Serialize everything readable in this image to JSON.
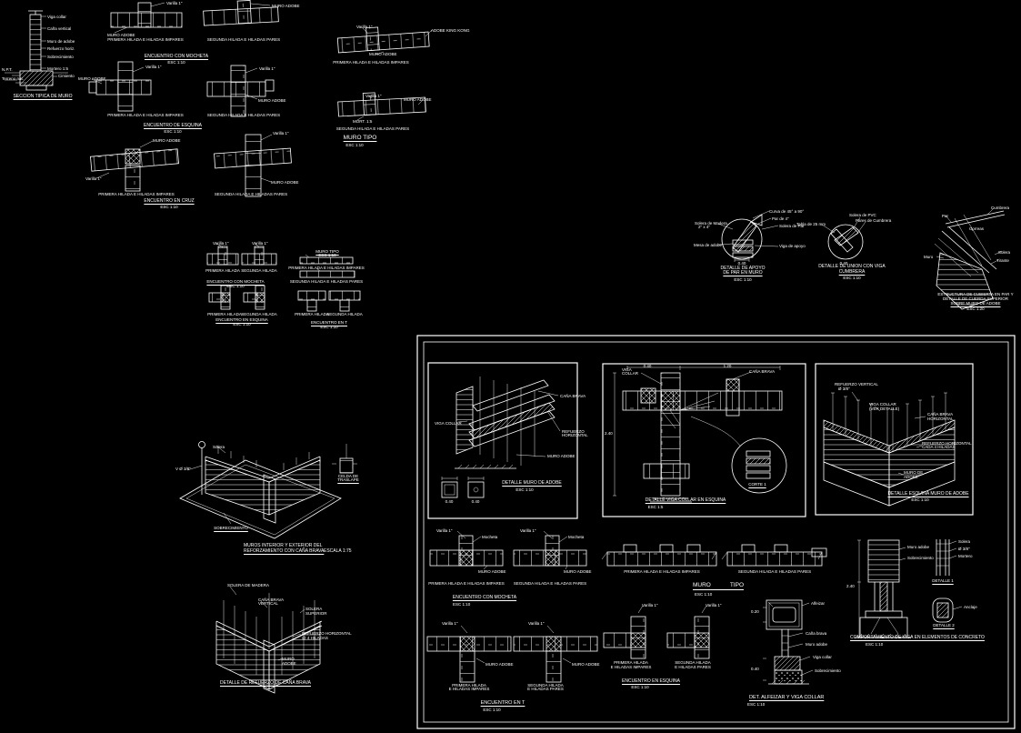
{
  "colors": {
    "background": "#000000",
    "ink": "#ffffff"
  },
  "common": {
    "varilla": "Varilla 1\"",
    "muro": "MURO ADOBE",
    "mort": "MORT. 1:5",
    "esc10": "ESC 1:10",
    "t_impar": "PRIMERA HILADA E HILADAS IMPARES",
    "t_par": "SEGUNDA HILADA E HILADAS PARES",
    "t_impar_s": "PRIMERA HILADA",
    "t_par_s": "SEGUNDA HILADA",
    "t_impar2": "E HILADAS IMPARES",
    "t_par2": "E HILADAS PARES"
  },
  "seccion": {
    "title": "SECCION TIPICA DE MURO",
    "r": [
      "Viga collar",
      "Caña vertical",
      "Muro de adobe",
      "Refuerzo horiz.",
      "Sobrecimiento",
      "Mortero 1:5"
    ],
    "cimiento": "Cimiento",
    "npt": "N.P.T.",
    "terreno": "Terreno nat."
  },
  "mocheta_top": {
    "title": "ENCUENTRO CON MOCHETA"
  },
  "esquina_top": {
    "title": "ENCUENTRO DE ESQUINA"
  },
  "cruz_top": {
    "title": "ENCUENTRO EN CRUZ"
  },
  "muro_tipo_top": {
    "title": "MURO TIPO",
    "adobe": "ADOBE KING KONG"
  },
  "cluster": {
    "g1": {
      "title": "ENCUENTRO CON MOCHETA"
    },
    "g2": {
      "title": "MURO TIPO"
    },
    "g3": {
      "title": "ENCUENTRO EN ESQUINA"
    },
    "g4": {
      "title": "ENCUENTRO EN T"
    }
  },
  "apoyo": {
    "title1": "DETALLE DE APOYO",
    "title2": "DE PAR EN MURO",
    "dim": "0.40",
    "curva": "Curva de 45° a 90°",
    "par": "Par de 4\"",
    "solera_par": "Solera de Par",
    "viga": "Viga de apoyo",
    "mesa": "Mesa de adobe",
    "solera1": "Solera de Madera",
    "solera2": "2\" x 4\""
  },
  "union": {
    "title1": "DETALLE DE UNION CON VIGA",
    "title2": "CUMBRERA",
    "dim": "0.40",
    "tabla": "Tabla de 25 mm",
    "solera": "Solera de PVC",
    "pares": "Pares de Cumbrera"
  },
  "cubierta": {
    "title1": "ESTRUCTURA DE CUBIERTA EN PAR Y",
    "title2": "DETALLE DE CUERDA SUPERIOR",
    "title3": "SOBRE MURO DE ADOBE",
    "esc": "ESC 1:20",
    "cumbrera": "Cumbrera",
    "par": "Par",
    "correas": "Correas",
    "solera": "Solera",
    "tirante": "Tirante",
    "muro": "Muro"
  },
  "iso_muros": {
    "title1": "MUROS INTERIOR Y EXTERIOR DEL",
    "title2": "REFORZAMIENTO CON CAÑA BRAVA",
    "escala": "ESCALA 1:75",
    "sobre": "SOBRECIMIENTO",
    "celda1": "CELDA DE",
    "celda2": "TRASLAPE",
    "v": "V Ø 3/8\"",
    "solera": "Solera"
  },
  "iso_cana": {
    "title": "DETALLE DE REFUERZO DE CAÑA BRAVA",
    "solera": "SOLERA DE MADERA",
    "cana1": "CAÑA BRAVA",
    "cana2": "VERTICAL",
    "ss1": "SOLERA",
    "ss2": "SUPERIOR",
    "rf1": "REFUERZO HORIZONTAL",
    "rf2": "@ 4 HILADAS",
    "mu1": "MURO",
    "mu2": "ADOBE"
  },
  "panel": {
    "box1": {
      "title": "DETALLE MURO DE ADOBE",
      "cana": "CAÑA BRAVA",
      "ref1": "REFUERZO",
      "ref2": "HORIZONTAL",
      "viga": "VIGA COLLAR",
      "dim": "0.40"
    },
    "box2": {
      "title": "DETALLE VIGA COLLAR EN ESQUINA",
      "esc": "ESC 1:5",
      "caption": "CORTE 1",
      "viga1": "VIGA",
      "viga2": "COLLAR",
      "cana": "CAÑA BRAVA",
      "dim_top": "1.20",
      "dim_s": "0.40",
      "dim_left": "2.40"
    },
    "box3": {
      "title": "DETALLE ESQUINA MURO DE ADOBE",
      "l1a": "REFUERZO VERTICAL",
      "l1b": "Ø 3/8\"",
      "l2a": "VIGA COLLAR",
      "l2b": "(VER DETALLE)",
      "l3a": "CAÑA BRAVA",
      "l3b": "HORIZONTAL",
      "l4a": "REFUERZO HORIZONTAL",
      "l4b": "CADA 4 HILADAS",
      "l5a": "MURO DE",
      "l5b": "ADOBE"
    },
    "mocheta": {
      "title": "ENCUENTRO CON MOCHETA",
      "lbl": "Mocheta"
    },
    "muro_tipo": {
      "w1": "MURO",
      "w2": "TIPO"
    },
    "concreto": {
      "title": "COMPORTAMIENTO DE VIGA EN ELEMENTOS DE CONCRETO",
      "cap1": "DETALLE 1",
      "cap2": "DETALLE 2",
      "dim": "2.40",
      "muro": "Muro adobe",
      "sobre": "Sobrecimiento",
      "l1": "Solera",
      "l2": "Ø 3/8\"",
      "l3": "Mortero",
      "l4": "Anclaje"
    },
    "t": {
      "title": "ENCUENTRO EN T"
    },
    "esquina": {
      "title": "ENCUENTRO EN ESQUINA"
    },
    "alfeizar": {
      "title": "DET. ALFEIZAR Y VIGA COLLAR",
      "r1": "Alfeizar",
      "r2": "Caña brava",
      "r3": "Muro adobe",
      "r4": "Viga collar",
      "r5": "Sobrecimiento",
      "d1": "0.20",
      "d2": "0.40"
    }
  }
}
